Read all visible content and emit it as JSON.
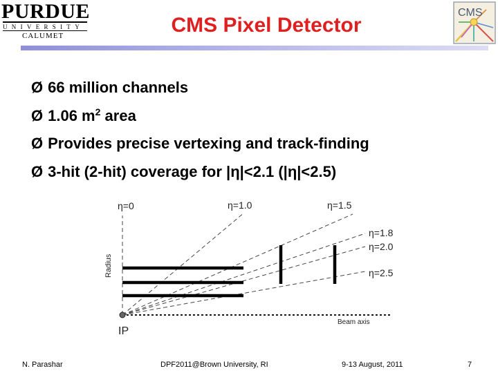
{
  "header": {
    "logo_left": {
      "wordmark": "PURDUE",
      "university": "UNIVERSITY",
      "campus": "CALUMET"
    },
    "title": "CMS Pixel Detector",
    "logo_right": {
      "text": "CMS"
    }
  },
  "bullets": [
    {
      "marker": "Ø",
      "text": "66 million channels"
    },
    {
      "marker": "Ø",
      "pre": "1.06 m",
      "sup": "2",
      "post": " area"
    },
    {
      "marker": "Ø",
      "text": "Provides precise vertexing and track-finding"
    },
    {
      "marker": "Ø",
      "text": "3-hit (2-hit) coverage for |η|<2.1 (|η|<2.5)"
    }
  ],
  "diagram": {
    "eta_labels": [
      "η=0",
      "η=1.0",
      "η=1.5",
      "η=1.8",
      "η=2.0",
      "η=2.5"
    ],
    "radius_label": "Radius",
    "ip_label": "IP",
    "beam_axis_label": "Beam axis"
  },
  "footer": {
    "author": "N. Parashar",
    "event": "DPF2011@Brown University, RI",
    "date": "9-13 August, 2011",
    "page": "7"
  },
  "colors": {
    "title": "#e01f1f",
    "rule": "#9a9ad8"
  }
}
